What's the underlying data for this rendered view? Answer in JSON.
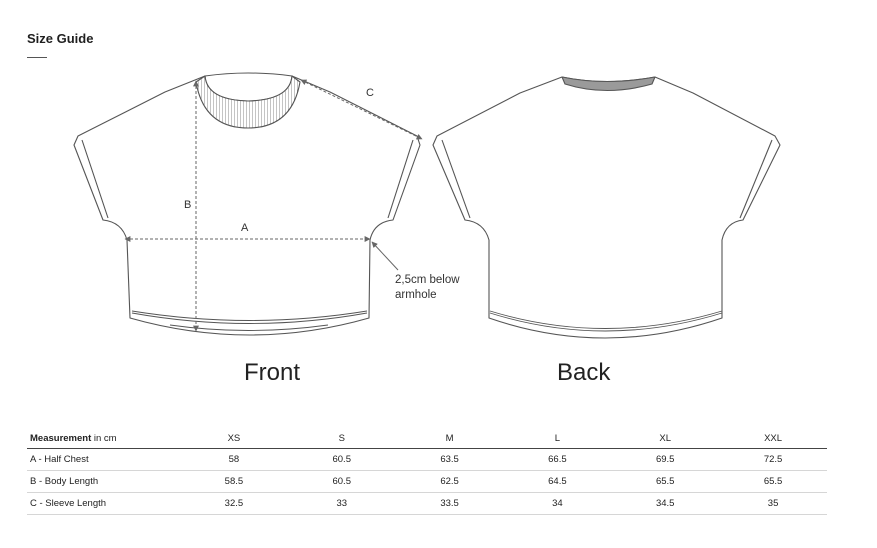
{
  "title": "Size Guide",
  "labels": {
    "front": "Front",
    "back": "Back",
    "a": "A",
    "b": "B",
    "c": "C"
  },
  "note": {
    "line1": "2,5cm below",
    "line2": "armhole"
  },
  "table": {
    "header_bold": "Measurement",
    "header_unit": " in cm",
    "sizes": [
      "XS",
      "S",
      "M",
      "L",
      "XL",
      "XXL"
    ],
    "rows": [
      {
        "label": "A - Half Chest",
        "values": [
          "58",
          "60.5",
          "63.5",
          "66.5",
          "69.5",
          "72.5"
        ]
      },
      {
        "label": "B - Body Length",
        "values": [
          "58.5",
          "60.5",
          "62.5",
          "64.5",
          "65.5",
          "65.5"
        ]
      },
      {
        "label": "C - Sleeve Length",
        "values": [
          "32.5",
          "33",
          "33.5",
          "34",
          "34.5",
          "35"
        ]
      }
    ]
  },
  "colors": {
    "line": "#555555",
    "text": "#1f1f1f",
    "rib": "#8a8a8a"
  }
}
